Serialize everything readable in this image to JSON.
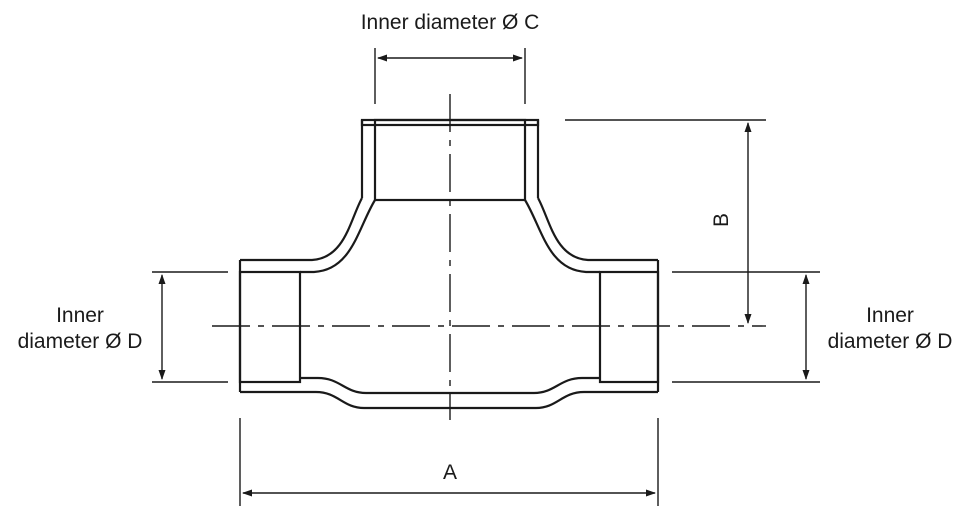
{
  "labels": {
    "top_diameter": "Inner diameter Ø C",
    "left_inner": "Inner",
    "left_diameter": "diameter Ø D",
    "right_inner": "Inner",
    "right_diameter": "diameter Ø D",
    "height": "B",
    "width": "A"
  },
  "colors": {
    "line": "#1a1a1a",
    "background": "#ffffff"
  }
}
